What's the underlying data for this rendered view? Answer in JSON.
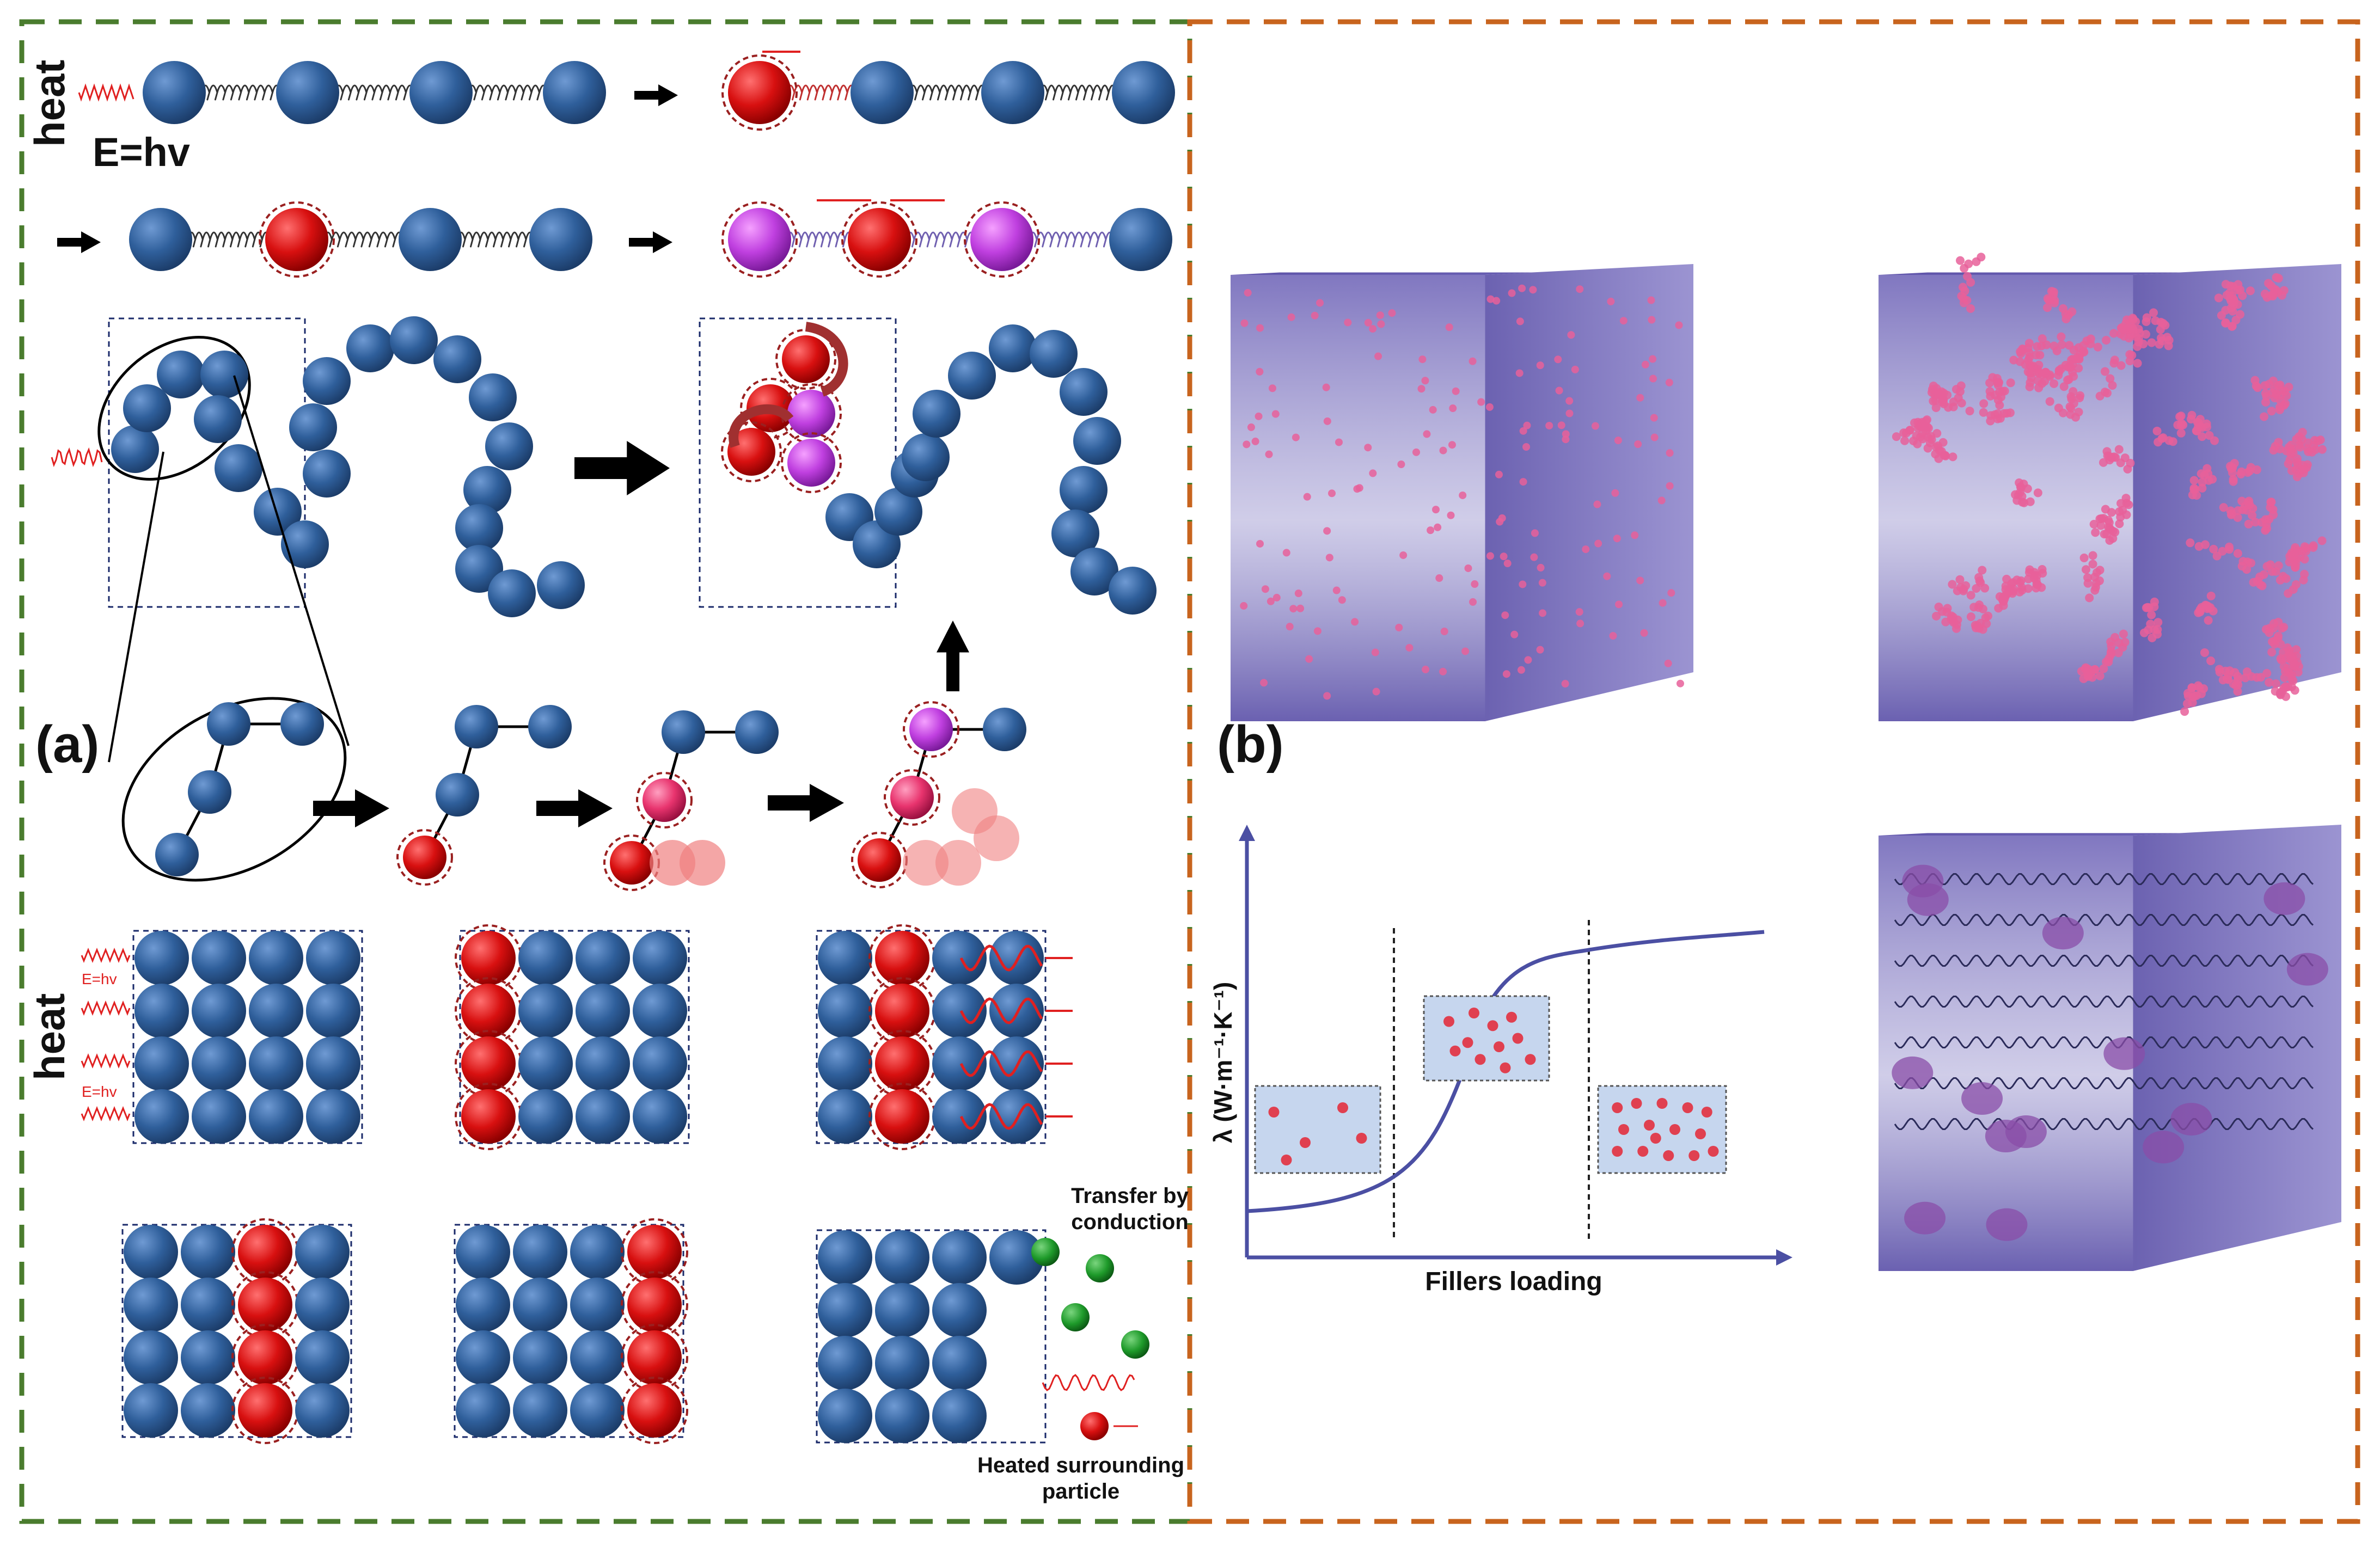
{
  "panel_a": {
    "label": "(a)",
    "heat_top": "heat",
    "energy_top": "E=hv",
    "heat_grid": "heat",
    "energy_small_1": "E=hv",
    "energy_small_2": "E=hv",
    "transfer_label": "Transfer by conduction",
    "heated_label": "Heated surrounding particle"
  },
  "panel_b": {
    "label": "(b)",
    "y_axis_label": "λ (W·m⁻¹·K⁻¹)",
    "x_axis_label": "Fillers loading"
  },
  "colors": {
    "blue_atom": "#2f5f9b",
    "red_atom": "#d81010",
    "magenta_atom": "#c040e0",
    "pink_atom": "#e8346e",
    "green_particle": "#1e9a2a",
    "panel_a_border": "#4a7c2e",
    "panel_b_border": "#c8641e",
    "cube_fill": "#6a5fb5",
    "curve": "#4b4fa3"
  }
}
